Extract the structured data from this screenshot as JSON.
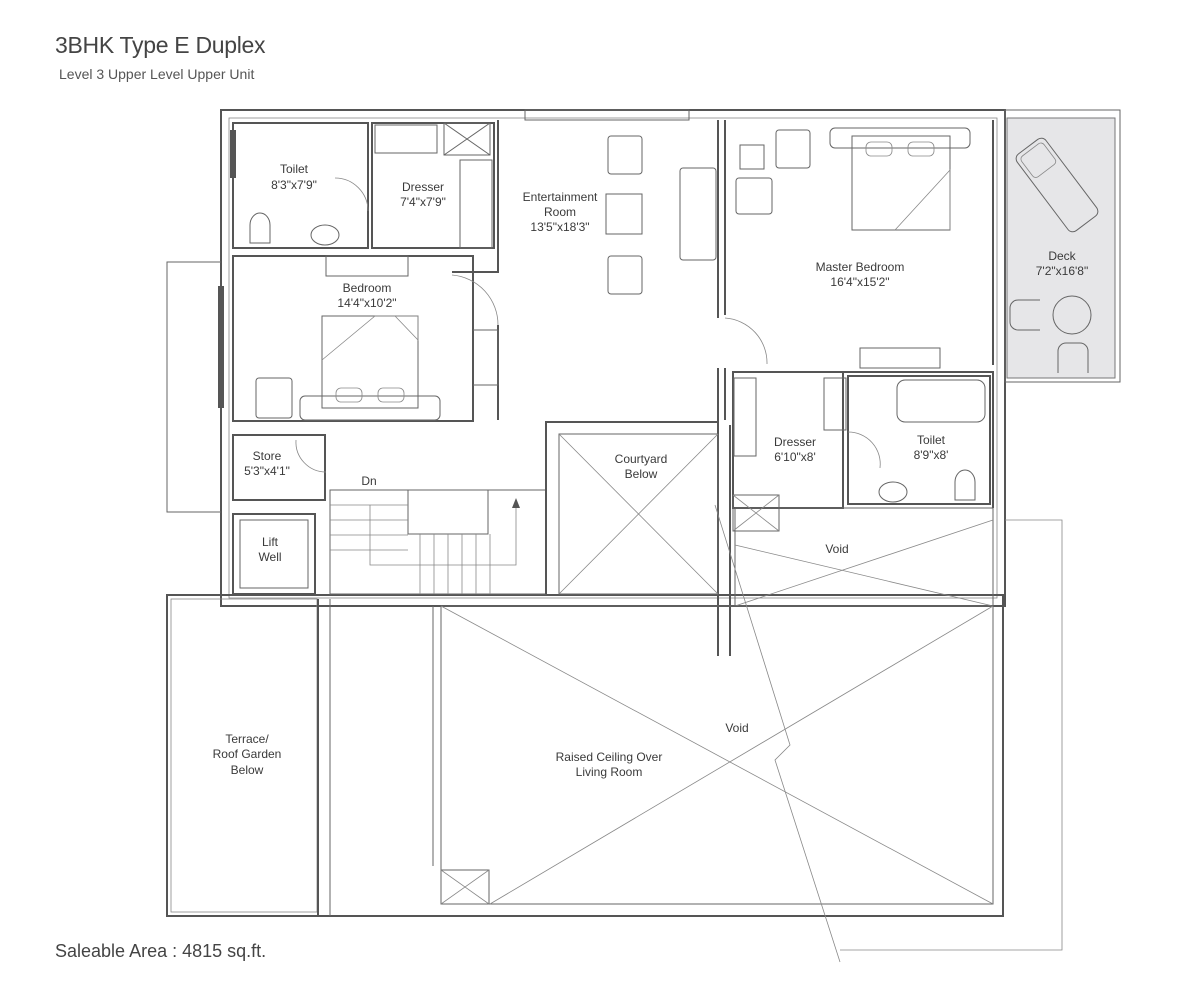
{
  "header": {
    "title": "3BHK Type E Duplex",
    "subtitle": "Level 3 Upper Level Upper Unit"
  },
  "footer": {
    "saleable_area": "Saleable Area : 4815 sq.ft."
  },
  "rooms": {
    "toilet_1": {
      "name": "Toilet",
      "size": "8'3\"x7'9\""
    },
    "dresser_1": {
      "name": "Dresser",
      "size": "7'4\"x7'9\""
    },
    "entertainment": {
      "name": "Entertainment",
      "name2": "Room",
      "size": "13'5\"x18'3\""
    },
    "bedroom": {
      "name": "Bedroom",
      "size": "14'4\"x10'2\""
    },
    "master_bedroom": {
      "name": "Master Bedroom",
      "size": "16'4\"x15'2\""
    },
    "deck": {
      "name": "Deck",
      "size": "7'2\"x16'8\""
    },
    "store": {
      "name": "Store",
      "size": "5'3\"x4'1\""
    },
    "dn": {
      "name": "Dn"
    },
    "courtyard": {
      "name": "Courtyard",
      "name2": "Below"
    },
    "dresser_2": {
      "name": "Dresser",
      "size": "6'10\"x8'"
    },
    "toilet_2": {
      "name": "Toilet",
      "size": "8'9\"x8'"
    },
    "lift": {
      "name": "Lift",
      "name2": "Well"
    },
    "void_1": {
      "name": "Void"
    },
    "void_2": {
      "name": "Void"
    },
    "terrace": {
      "line1": "Terrace/",
      "line2": "Roof  Garden",
      "line3": "Below"
    },
    "raised": {
      "line1": "Raised Ceiling Over",
      "line2": "Living Room"
    }
  }
}
